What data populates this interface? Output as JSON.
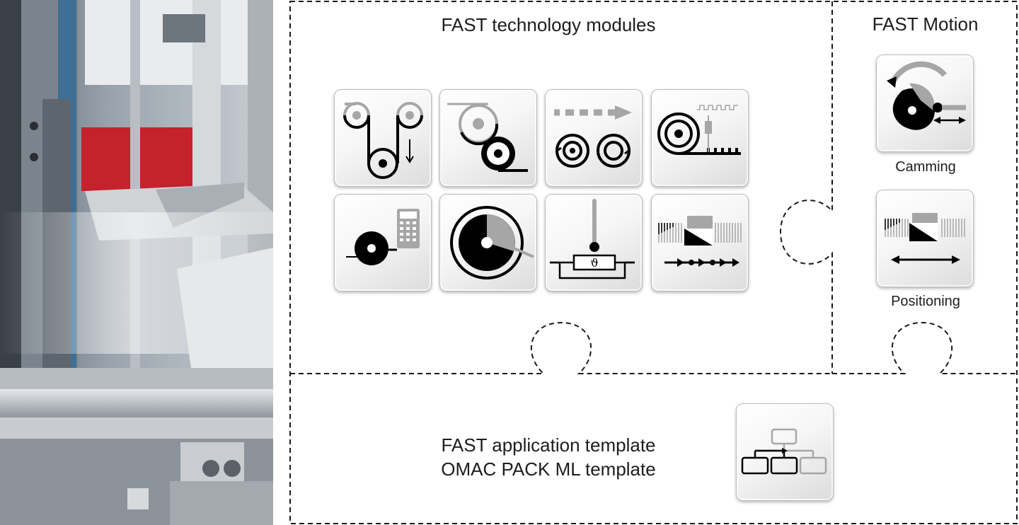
{
  "sections": {
    "technology_modules": {
      "title": "FAST technology modules",
      "tiles": [
        {
          "icon": "dancer-control-icon"
        },
        {
          "icon": "winding-transfer-icon"
        },
        {
          "icon": "synchronized-rollers-icon"
        },
        {
          "icon": "register-control-icon"
        },
        {
          "icon": "diameter-calculation-icon"
        },
        {
          "icon": "roll-diameter-icon"
        },
        {
          "icon": "temperature-control-icon"
        },
        {
          "icon": "flying-saw-icon"
        }
      ]
    },
    "motion": {
      "title": "FAST Motion",
      "items": [
        {
          "label": "Camming",
          "icon": "cam-icon"
        },
        {
          "label": "Positioning",
          "icon": "positioning-icon"
        }
      ]
    },
    "application": {
      "line1": "FAST application template",
      "line2": "OMAC PACK ML template",
      "icon": "hierarchy-template-icon"
    }
  },
  "photo": {
    "icon": "packaging-machine-photo"
  },
  "colors": {
    "outline": "#1a1a1a",
    "icon_dark": "#000000",
    "icon_gray": "#a6a6a6",
    "accent_red": "#c4222d"
  }
}
